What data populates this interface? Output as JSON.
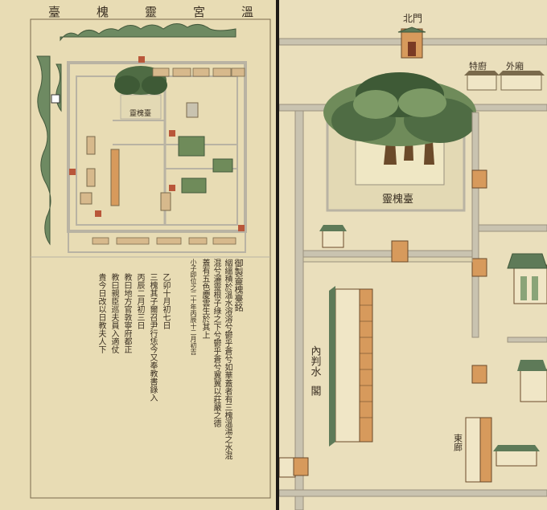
{
  "left_panel": {
    "title_chars": [
      "溫",
      "宮",
      "靈",
      "槐",
      "臺"
    ],
    "map_label_tree": "靈槐臺",
    "inscription_columns": [
      "御製靈槐臺銘",
      "絪縕積於溫水溶溶兮鬱乎蒼兮如華蓋者有三槐溫湯之水混",
      "混兮灑靈根子綠之下兮鬱乎蒼兮翼翼以莊嚴之德",
      "蓋有五色慶雲生於其上",
      "小子即位之二十年丙辰十二月初吉"
    ],
    "record_columns": [
      "乙卯十月初七日",
      "三槐其子爾召尹行恁今又奉教書錄入",
      "丙辰二月初三日",
      "教曰地方官敦寧府都正",
      "教曰親臣巡夫員入適仗",
      "貴今日改以日教夫人下"
    ]
  },
  "right_panel": {
    "gate_label": "北門",
    "building_label_1": "特廚",
    "building_label_2": "外廂",
    "tree_platform_label": "靈槐臺",
    "wall_label": "內判水",
    "road_label": "閣",
    "corner_label": "東廊"
  },
  "colors": {
    "paper": "#e8dcb4",
    "ink": "#3a2f22",
    "wall_gray": "#b9b3a3",
    "roof_green": "#5e7a58",
    "tree_dark": "#3e5a36",
    "tree_mid": "#6f8b5a",
    "accent_red": "#b9573a",
    "pavilion_orange": "#d79a5c"
  }
}
